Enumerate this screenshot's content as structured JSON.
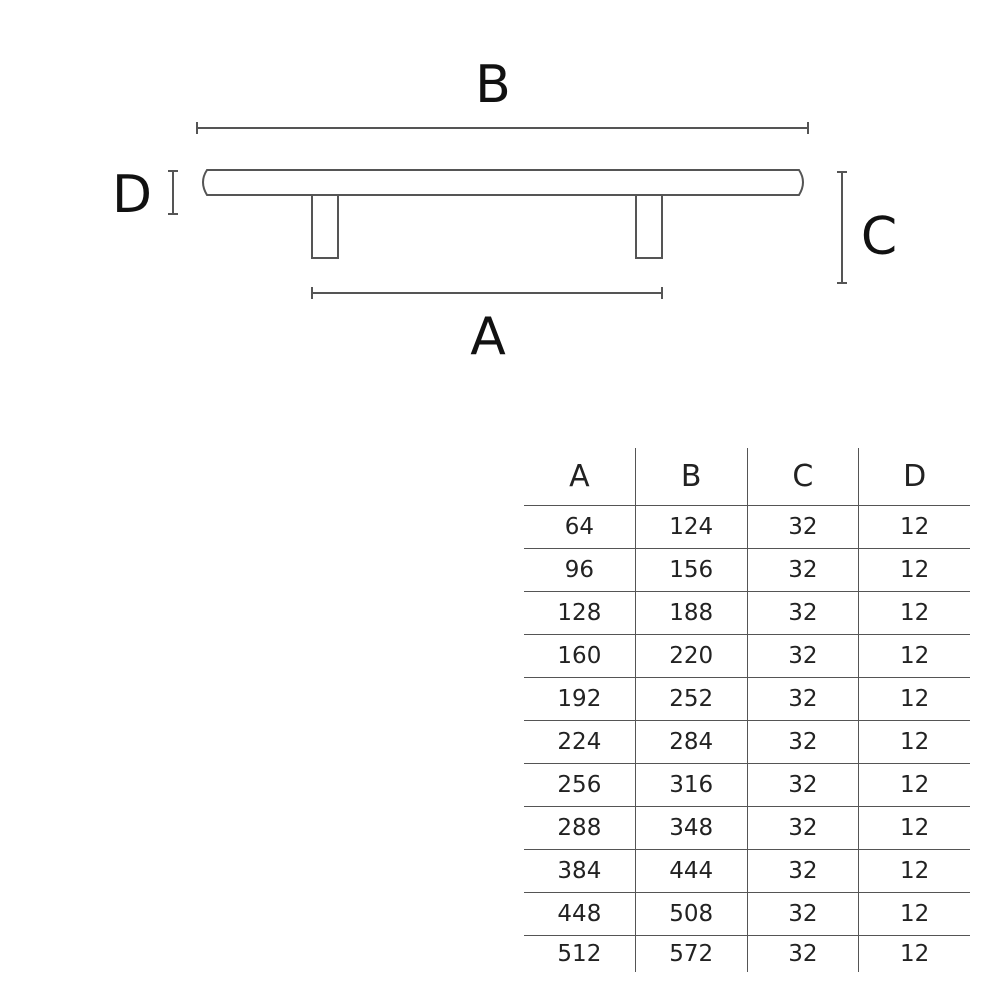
{
  "diagram": {
    "labels": {
      "A": "A",
      "B": "B",
      "C": "C",
      "D": "D"
    }
  },
  "table": {
    "headers": [
      "A",
      "B",
      "C",
      "D"
    ],
    "rows": [
      [
        "64",
        "124",
        "32",
        "12"
      ],
      [
        "96",
        "156",
        "32",
        "12"
      ],
      [
        "128",
        "188",
        "32",
        "12"
      ],
      [
        "160",
        "220",
        "32",
        "12"
      ],
      [
        "192",
        "252",
        "32",
        "12"
      ],
      [
        "224",
        "284",
        "32",
        "12"
      ],
      [
        "256",
        "316",
        "32",
        "12"
      ],
      [
        "288",
        "348",
        "32",
        "12"
      ],
      [
        "384",
        "444",
        "32",
        "12"
      ],
      [
        "448",
        "508",
        "32",
        "12"
      ],
      [
        "512",
        "572",
        "32",
        "12"
      ]
    ]
  }
}
